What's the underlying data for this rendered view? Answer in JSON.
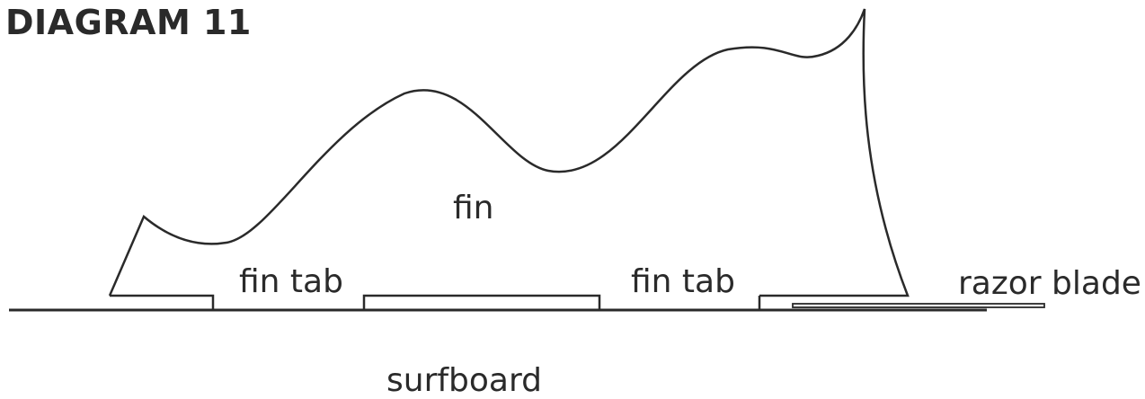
{
  "diagram": {
    "title": "DIAGRAM 11",
    "labels": {
      "fin": "fin",
      "fin_tab_left": "fin tab",
      "fin_tab_right": "fin tab",
      "razor_blade": "razor blade",
      "surfboard": "surfboard"
    },
    "colors": {
      "stroke": "#2a2a2a",
      "background": "#ffffff"
    }
  }
}
